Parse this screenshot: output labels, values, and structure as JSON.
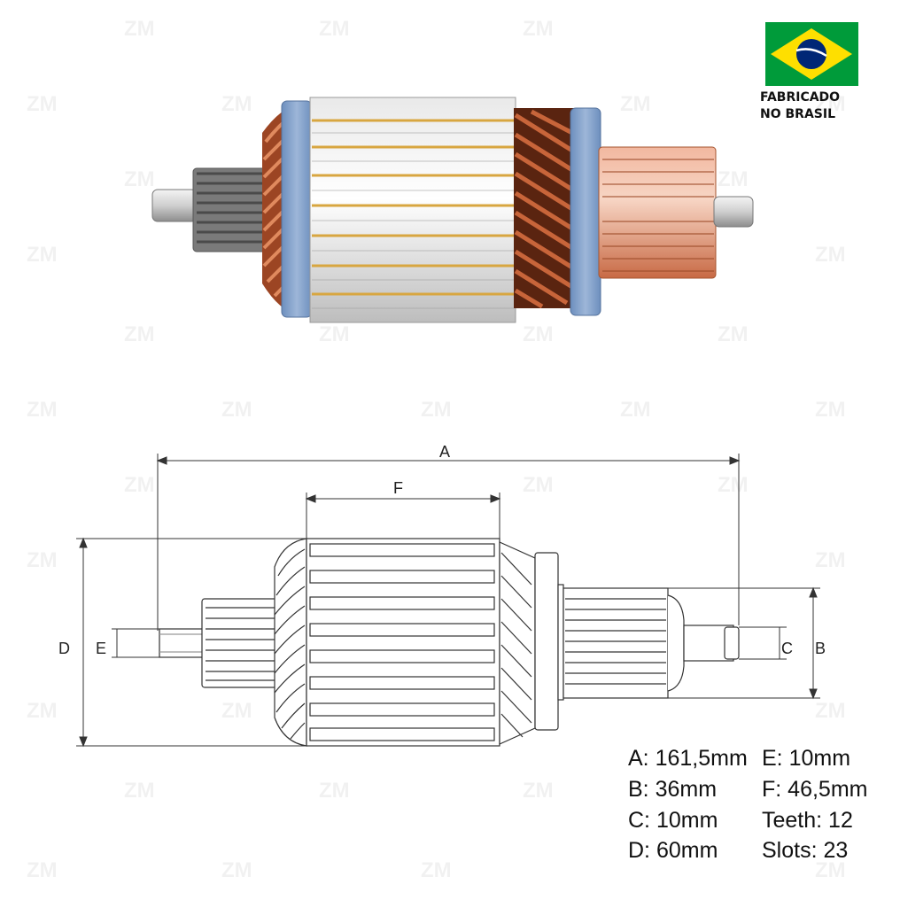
{
  "badge": {
    "line1": "FABRICADO",
    "line2": "NO BRASIL",
    "flag_colors": {
      "green": "#009b3a",
      "yellow": "#fedf00",
      "blue": "#002776"
    }
  },
  "dimension_letters": {
    "A": "A",
    "B": "B",
    "C": "C",
    "D": "D",
    "E": "E",
    "F": "F"
  },
  "specs": {
    "a": "A: 161,5mm",
    "b": "B: 36mm",
    "c": "C: 10mm",
    "d": "D: 60mm",
    "e": "E: 10mm",
    "f": "F: 46,5mm",
    "teeth": "Teeth: 12",
    "slots": "Slots: 23"
  },
  "colors": {
    "copper": "#c8653a",
    "copper_dark": "#8a3a1a",
    "insulator_blue": "#7f9fc8",
    "steel": "#cfcfcf",
    "line": "#333333"
  }
}
